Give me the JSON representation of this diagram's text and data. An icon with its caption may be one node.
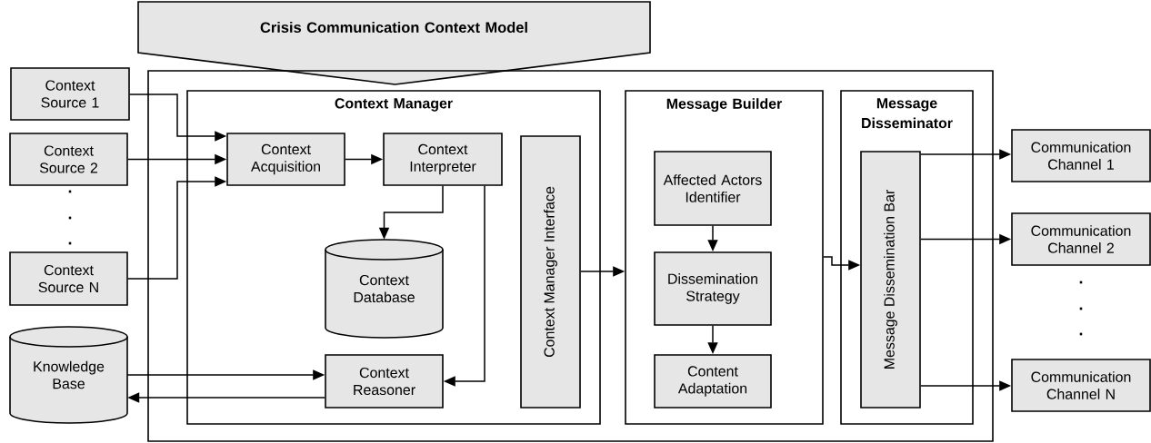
{
  "diagram": {
    "nodes": [
      {
        "text": [
          "Crisis Communication Context Model"
        ]
      },
      {
        "text": [],
        "shape": "box"
      },
      {
        "text": [
          "Context Manager"
        ],
        "in": 1
      },
      {
        "text": [
          "Message Builder"
        ],
        "in": 1
      },
      {
        "text": [
          "Message Disseminator"
        ],
        "in": 1
      },
      {
        "text": [
          "Context Source 1"
        ]
      },
      {
        "text": [
          "Context Source 2"
        ]
      },
      {
        "text": [
          "Context Source N"
        ]
      },
      {
        "text": [
          "Knowledge Base"
        ]
      },
      {
        "text": [
          "Context Acquisition"
        ],
        "in": 2
      },
      {
        "text": [
          "Context Interpreter"
        ],
        "in": 2
      },
      {
        "text": [
          "Context Database"
        ],
        "in": 2
      },
      {
        "text": [
          "Context Reasoner"
        ],
        "in": 2
      },
      {
        "text": [
          "Context Manager Interface"
        ],
        "in": 2
      },
      {
        "text": [
          "Affected Actors Identifier"
        ],
        "in": 3
      },
      {
        "text": [
          "Dissemination Strategy"
        ],
        "in": 3
      },
      {
        "text": [
          "Content Adaptation"
        ],
        "in": 3
      },
      {
        "text": [
          "Message Dissemination Bar"
        ],
        "in": 4
      },
      {
        "text": [
          "Communication Channel 1"
        ]
      },
      {
        "text": [
          "Communication Channel 2"
        ]
      },
      {
        "text": [
          "Communication Channel N"
        ]
      }
    ],
    "edges": [
      {
        "from": 5,
        "to": 9,
        "arrow": "to"
      },
      {
        "from": 6,
        "to": 9,
        "arrow": "to"
      },
      {
        "from": 7,
        "to": 9,
        "arrow": "to"
      },
      {
        "from": 8,
        "to": 12,
        "arrow": "to"
      },
      {
        "from": 12,
        "to": 8,
        "arrow": "to"
      },
      {
        "from": 9,
        "to": 10,
        "arrow": "to"
      },
      {
        "from": 10,
        "to": 11,
        "arrow": "to"
      },
      {
        "from": 10,
        "to": 12,
        "arrow": "to"
      },
      {
        "from": 13,
        "to": 3,
        "arrow": "to"
      },
      {
        "from": 14,
        "to": 15,
        "arrow": "to"
      },
      {
        "from": 15,
        "to": 16,
        "arrow": "to"
      },
      {
        "from": 3,
        "to": 17,
        "arrow": "to"
      },
      {
        "from": 17,
        "to": 18,
        "arrow": "to"
      },
      {
        "from": 17,
        "to": 19,
        "arrow": "to"
      },
      {
        "from": 17,
        "to": 20,
        "arrow": "to"
      }
    ],
    "labels": [
      ".",
      ".",
      ".",
      ".",
      ".",
      "."
    ]
  }
}
